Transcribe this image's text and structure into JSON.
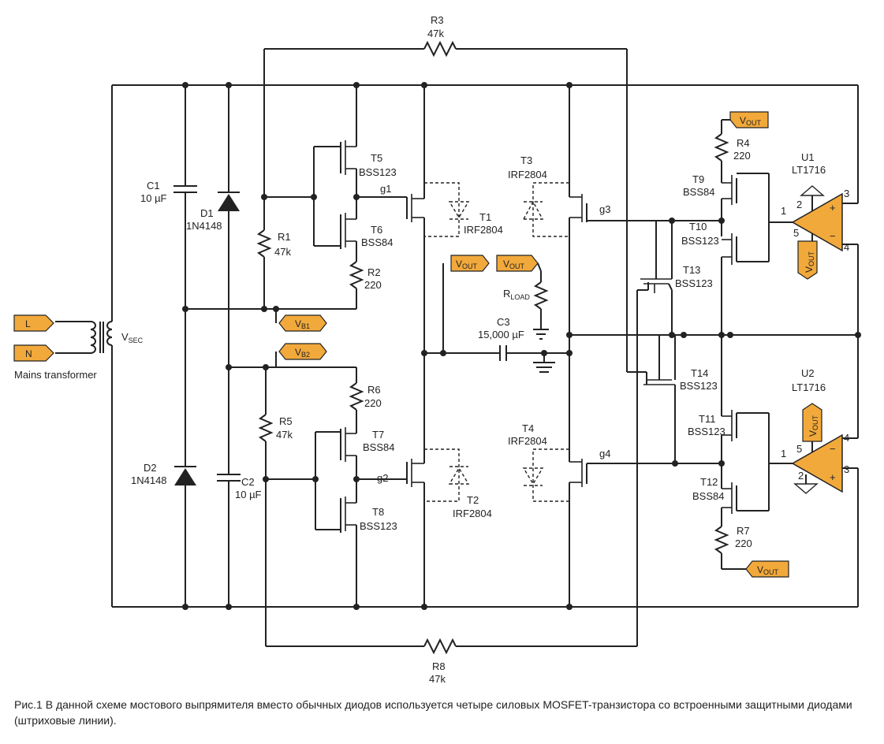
{
  "labels": {
    "r3_name": "R3",
    "r3_val": "47k",
    "r8_name": "R8",
    "r8_val": "47k",
    "c1_name": "C1",
    "c1_val": "10 µF",
    "c2_name": "C2",
    "c2_val": "10 µF",
    "d1_name": "D1",
    "d1_val": "1N4148",
    "d2_name": "D2",
    "d2_val": "1N4148",
    "r1_name": "R1",
    "r1_val": "47k",
    "r5_name": "R5",
    "r5_val": "47k",
    "r2_name": "R2",
    "r2_val": "220",
    "r6_name": "R6",
    "r6_val": "220",
    "r4_name": "R4",
    "r4_val": "220",
    "r7_name": "R7",
    "r7_val": "220",
    "t5_name": "T5",
    "t5_val": "BSS123",
    "t6_name": "T6",
    "t6_val": "BSS84",
    "t7_name": "T7",
    "t7_val": "BSS84",
    "t8_name": "T8",
    "t8_val": "BSS123",
    "t1_name": "T1",
    "t1_val": "IRF2804",
    "t2_name": "T2",
    "t2_val": "IRF2804",
    "t3_name": "T3",
    "t3_val": "IRF2804",
    "t4_name": "T4",
    "t4_val": "IRF2804",
    "t9_name": "T9",
    "t9_val": "BSS84",
    "t10_name": "T10",
    "t10_val": "BSS123",
    "t11_name": "T11",
    "t11_val": "BSS123",
    "t12_name": "T12",
    "t12_val": "BSS84",
    "t13_name": "T13",
    "t13_val": "BSS123",
    "t14_name": "T14",
    "t14_val": "BSS123",
    "u1_name": "U1",
    "u1_val": "LT1716",
    "u2_name": "U2",
    "u2_val": "LT1716",
    "c3_name": "C3",
    "c3_val": "15,000 µF",
    "rload_main": "R",
    "rload_sub": "LOAD",
    "g1": "g1",
    "g2": "g2",
    "g3": "g3",
    "g4": "g4",
    "vsec_main": "V",
    "vsec_sub": "SEC",
    "mains": "Mains transformer",
    "pin1": "1",
    "pin2": "2",
    "pin3": "3",
    "pin4": "4",
    "pin5": "5",
    "plus": "+",
    "minus": "−"
  },
  "tags": {
    "L": "L",
    "N": "N",
    "v_main": "V",
    "out_sub": "OUT",
    "vb1_sub": "B1",
    "vb2_sub": "B2"
  },
  "caption": "Рис.1 В данной схеме мостового выпрямителя вместо обычных диодов используется четыре силовых MOSFET-транзистора со встроенными защитными диодами (штриховые линии)."
}
